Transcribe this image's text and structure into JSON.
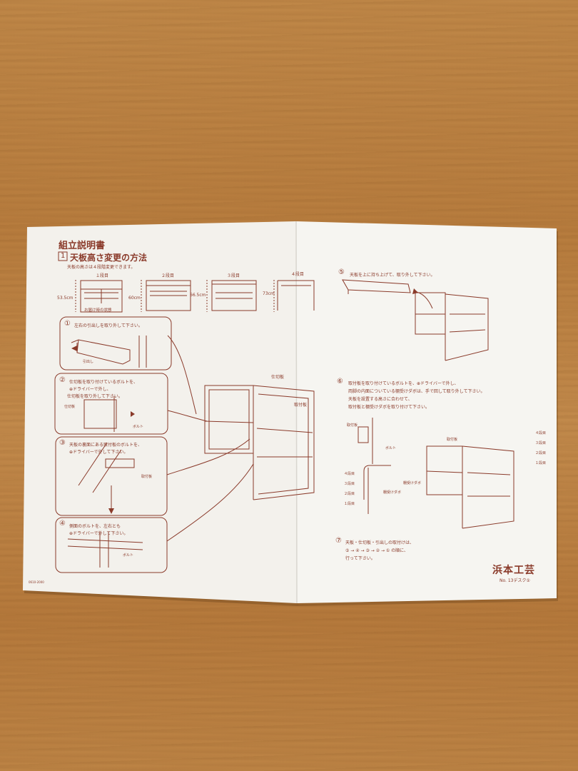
{
  "document": {
    "title": "組立説明書",
    "section1": {
      "number": "1",
      "heading": "天板高さ変更の方法",
      "note": "天板の高さは４段階変更できます。"
    },
    "heights": [
      {
        "step": "１段目",
        "height": "53.5cm",
        "note": "お届け時の状態"
      },
      {
        "step": "２段目",
        "height": "60cm"
      },
      {
        "step": "３段目",
        "height": "66.5cm"
      },
      {
        "step": "４段目",
        "height": "73cm"
      }
    ],
    "steps": {
      "s1": {
        "num": "①",
        "text": "左右の引出しを取り外して下さい。",
        "label": "引出し"
      },
      "s2": {
        "num": "②",
        "line1": "仕切板を取り付けているボルトを、",
        "line2": "⊕ドライバーで外し、",
        "line3": "仕切板を取り外して下さい。",
        "label_partition": "仕切板",
        "label_bolt": "ボルト"
      },
      "s3": {
        "num": "③",
        "line1": "天板の裏面にある取付板のボルトを、",
        "line2": "⊕ドライバーで外して下さい。",
        "label": "取付板"
      },
      "s4": {
        "num": "④",
        "line1": "側面のボルトを、左右とも",
        "line2": "⊕ドライバーで外して下さい。",
        "label": "ボルト"
      },
      "s5": {
        "num": "⑤",
        "text": "天板を上に持ち上げて、取り外して下さい。"
      },
      "s6": {
        "num": "⑥",
        "line1": "取付板を取り付けているボルトを、⊕ドライバーで外し、",
        "line2": "両脚の内面についている棚受けダボは、手で回して取り外して下さい。",
        "line3": "天板を設置する高さに合わせて、",
        "line4": "取付板と棚受けダボを取り付けて下さい。"
      },
      "s7": {
        "num": "⑦",
        "line1": "天板・仕切板・引出しの取付けは、",
        "line2": "⑤ → ④ → ③ → ② → ① の順に、",
        "line3": "行って下さい。"
      }
    },
    "center_label": "仕切板",
    "center_label2": "取付板",
    "right_labels": {
      "mount": "取付板",
      "bolt": "ボルト",
      "shelf_dowel": "棚受けダボ",
      "shelf_dowel2": "棚受けダボ",
      "mount2": "取付板"
    },
    "levels": [
      "４段目",
      "３段目",
      "２段目",
      "１段目"
    ],
    "brand": "浜本工芸",
    "model": "No. 13デスク①",
    "print_code": "0610-2000"
  }
}
